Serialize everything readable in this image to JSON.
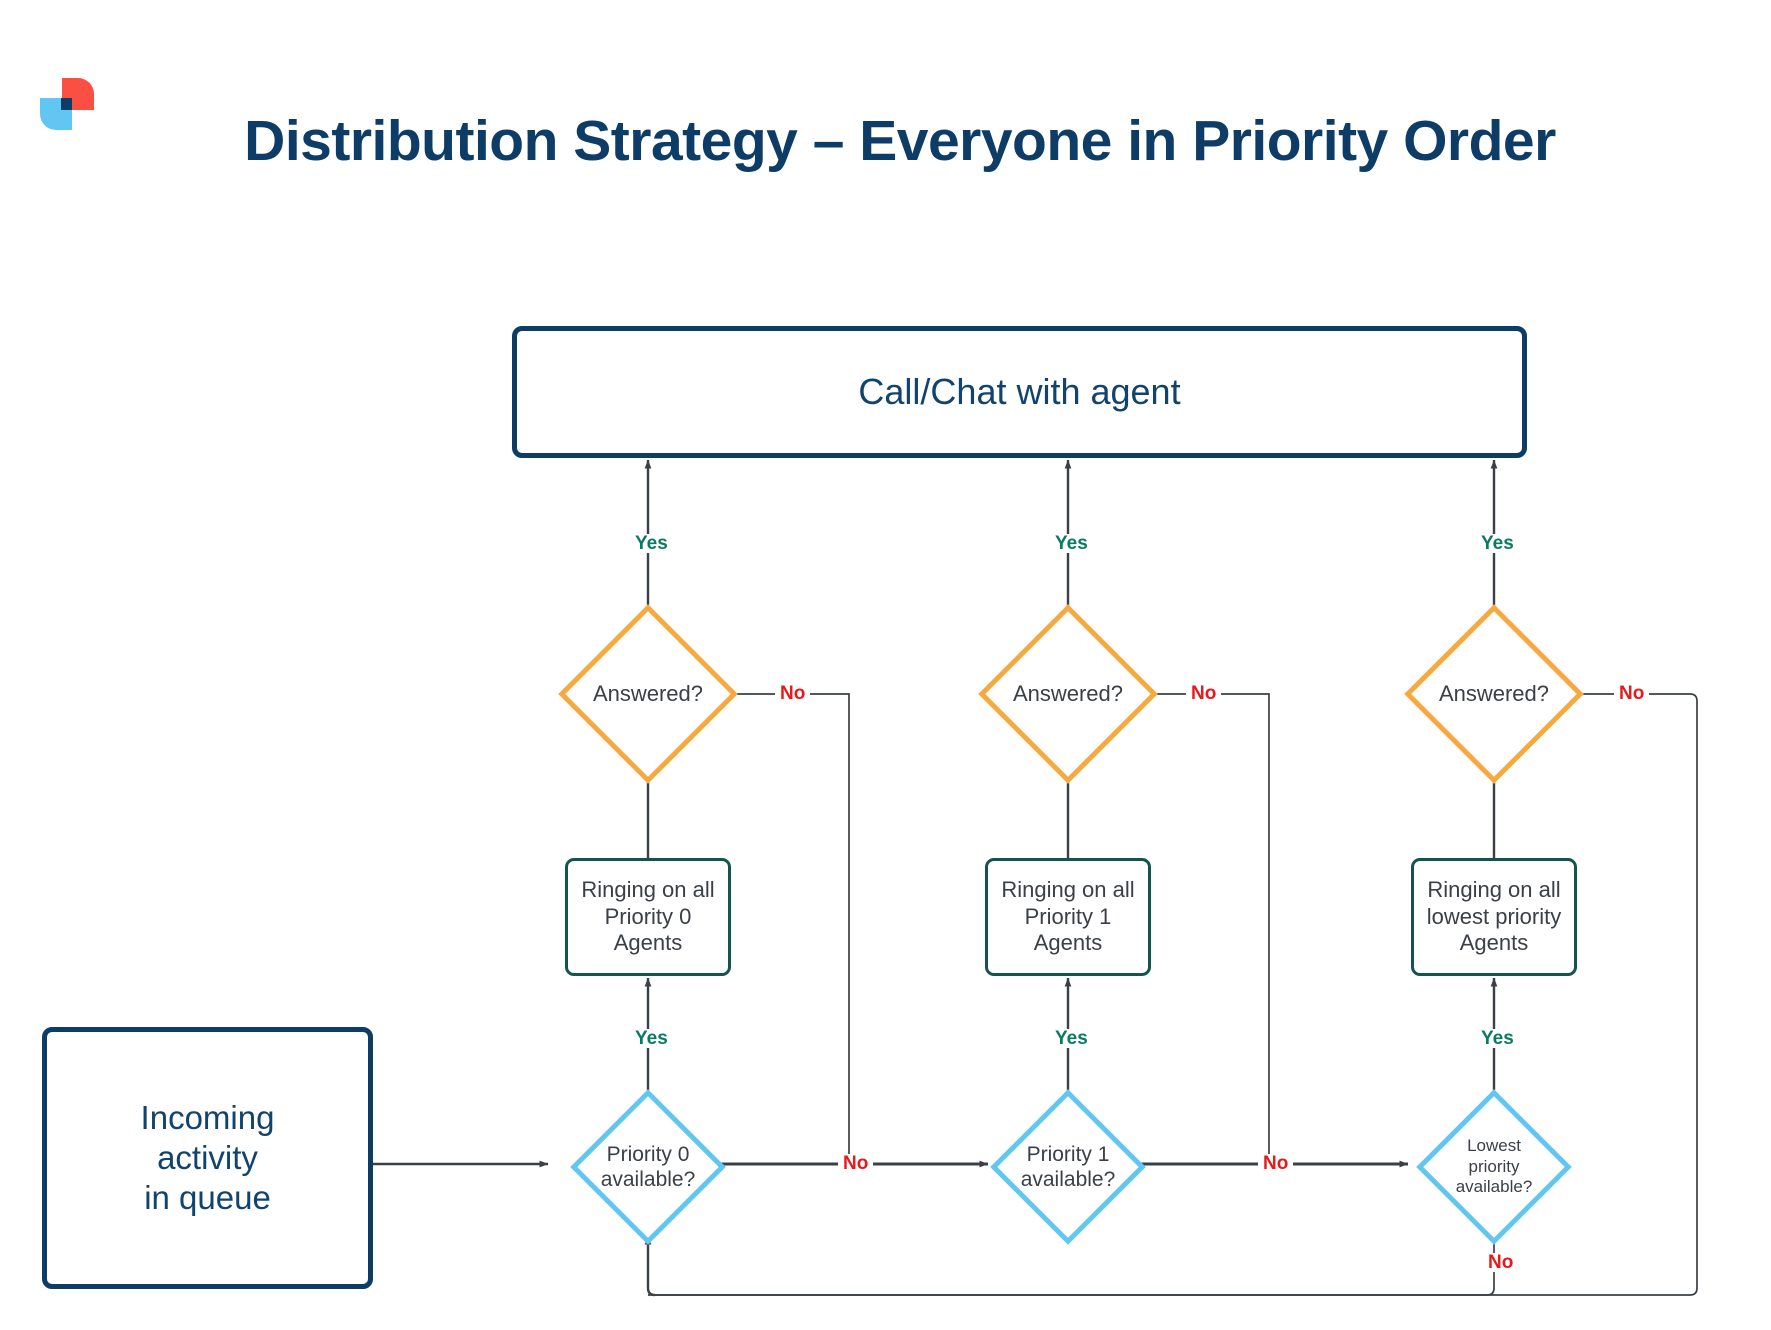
{
  "page": {
    "title": "Distribution Strategy – Everyone in Priority Order",
    "logo_name": "company-logo"
  },
  "colors": {
    "title_navy": "#0d3c67",
    "box_navy_border": "#0d3c67",
    "box_green_border": "#13544f",
    "diamond_orange": "#f5a93f",
    "diamond_blue": "#62c6f2",
    "yes_label": "#0b7a63",
    "no_label": "#e8191b",
    "connector": "#3b4046",
    "logo_red": "#fb4f44",
    "logo_blue": "#62c6f2",
    "logo_navy": "#0d3c67"
  },
  "diagram": {
    "type": "flowchart",
    "start": {
      "label": "Incoming\nactivity\nin queue",
      "line1": "Incoming",
      "line2": "activity",
      "line3": "in queue"
    },
    "terminal": {
      "label": "Call/Chat with agent"
    },
    "columns": [
      {
        "id": "priority-0",
        "availability": {
          "line1": "Priority 0",
          "line2": "available?"
        },
        "ringing": {
          "line1": "Ringing on all",
          "line2": "Priority 0",
          "line3": "Agents"
        },
        "answered": {
          "label": "Answered?"
        }
      },
      {
        "id": "priority-1",
        "availability": {
          "line1": "Priority 1",
          "line2": "available?"
        },
        "ringing": {
          "line1": "Ringing on all",
          "line2": "Priority 1",
          "line3": "Agents"
        },
        "answered": {
          "label": "Answered?"
        }
      },
      {
        "id": "lowest-priority",
        "availability": {
          "line1": "Lowest",
          "line2": "priority",
          "line3": "available?"
        },
        "ringing": {
          "line1": "Ringing on all",
          "line2": "lowest priority",
          "line3": "Agents"
        },
        "answered": {
          "label": "Answered?"
        }
      }
    ],
    "edge_labels": {
      "yes": "Yes",
      "no": "No"
    },
    "edges": [
      {
        "from": "start",
        "to": "priority-0-available",
        "label": ""
      },
      {
        "from": "priority-0-available",
        "to": "priority-0-ringing",
        "label": "Yes"
      },
      {
        "from": "priority-0-available",
        "to": "priority-1-available",
        "label": "No"
      },
      {
        "from": "priority-0-ringing",
        "to": "priority-0-answered",
        "label": ""
      },
      {
        "from": "priority-0-answered",
        "to": "terminal",
        "label": "Yes"
      },
      {
        "from": "priority-0-answered",
        "to": "priority-1-available",
        "label": "No"
      },
      {
        "from": "priority-1-available",
        "to": "priority-1-ringing",
        "label": "Yes"
      },
      {
        "from": "priority-1-available",
        "to": "lowest-available",
        "label": "No"
      },
      {
        "from": "priority-1-ringing",
        "to": "priority-1-answered",
        "label": ""
      },
      {
        "from": "priority-1-answered",
        "to": "terminal",
        "label": "Yes"
      },
      {
        "from": "priority-1-answered",
        "to": "lowest-available",
        "label": "No"
      },
      {
        "from": "lowest-available",
        "to": "lowest-ringing",
        "label": "Yes"
      },
      {
        "from": "lowest-available",
        "to": "priority-0-available",
        "label": "No"
      },
      {
        "from": "lowest-ringing",
        "to": "lowest-answered",
        "label": ""
      },
      {
        "from": "lowest-answered",
        "to": "terminal",
        "label": "Yes"
      },
      {
        "from": "lowest-answered",
        "to": "priority-0-available",
        "label": "No"
      }
    ]
  }
}
